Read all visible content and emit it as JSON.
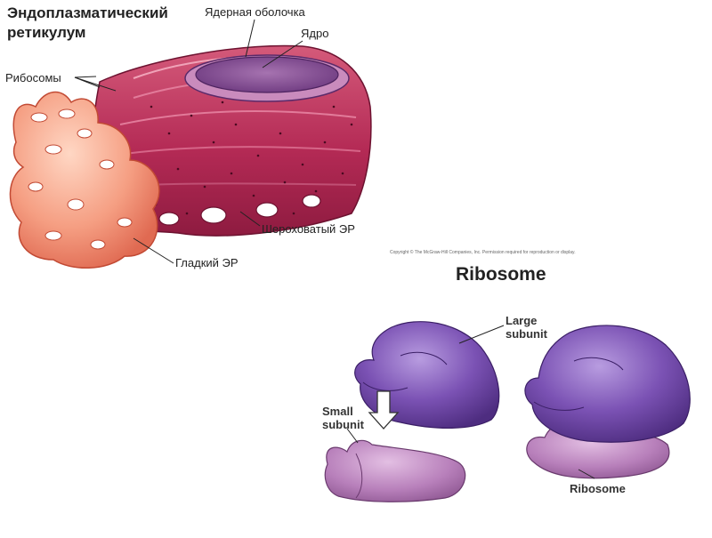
{
  "er": {
    "title_line1": "Эндоплазматический",
    "title_line2": "ретикулум",
    "nuclear_envelope_label": "Ядерная оболочка",
    "nucleus_label": "Ядро",
    "ribosomes_label": "Рибосомы",
    "rough_er_label": "Шероховатый ЭР",
    "smooth_er_label": "Гладкий ЭР"
  },
  "ribosome": {
    "copyright": "Copyright © The McGraw-Hill Companies, Inc. Permission required for reproduction or display.",
    "title": "Ribosome",
    "large_line1": "Large",
    "large_line2": "subunit",
    "small_line1": "Small",
    "small_line2": "subunit",
    "assembled_label": "Ribosome"
  },
  "colors": {
    "rough_er": "#b8305a",
    "smooth_er": "#f6a58a",
    "nucleus": "#8a4a9a",
    "large_subunit": "#7a4fb0",
    "small_subunit": "#b77fb8"
  }
}
